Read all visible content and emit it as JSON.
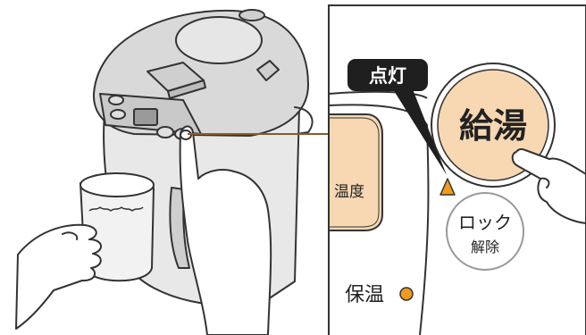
{
  "callout": {
    "text": "点灯",
    "bg": "#1f1f1f",
    "fg": "#ffffff"
  },
  "kyuuyu_button": {
    "label": "給湯",
    "fill": "#f7d8b2"
  },
  "lock_button": {
    "line1": "ロック",
    "line2": "解除"
  },
  "temp_button": {
    "label": "温度",
    "fill": "#f7d8b2"
  },
  "hoon": {
    "label": "保温"
  },
  "lamp_color": "#f29a1f",
  "leader_color": "#8a5a2b",
  "icons": [
    "hand-icon",
    "lamp-triangle-icon",
    "lamp-dot-icon",
    "pot-icon",
    "mug-icon"
  ]
}
